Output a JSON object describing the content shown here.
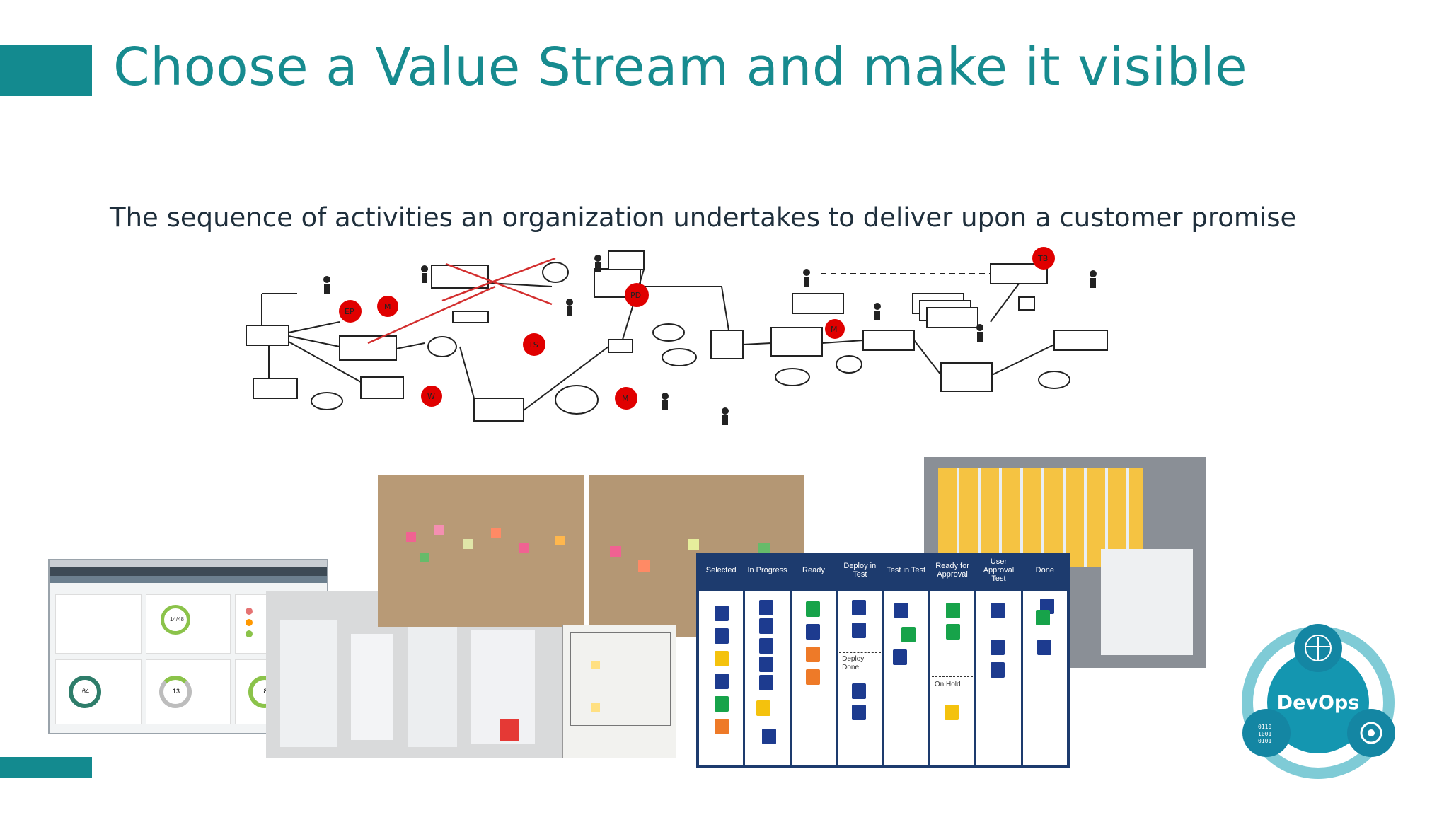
{
  "slide": {
    "title": "Choose a Value Stream and make it visible",
    "subtitle": "The sequence of activities an organization undertakes to deliver upon a customer promise"
  },
  "theme": {
    "accent": "#138a8f",
    "title_color": "#178b8f",
    "kanban_navy": "#1d3b6e"
  },
  "vsm": {
    "bursts": [
      "EP",
      "M",
      "PD",
      "TS",
      "W",
      "M",
      "M",
      "TB"
    ]
  },
  "dashboard": {
    "stats": [
      "64",
      "13",
      "8"
    ],
    "ring_label": "14/48"
  },
  "kanban": {
    "columns": [
      "Selected",
      "In Progress",
      "Ready",
      "Deploy in Test",
      "Test in Test",
      "Ready for Approval",
      "User Approval Test",
      "Done"
    ],
    "sublabels": {
      "deploy_done": "Deploy Done",
      "on_hold": "On Hold"
    }
  },
  "logo": {
    "label": "DevOps"
  }
}
